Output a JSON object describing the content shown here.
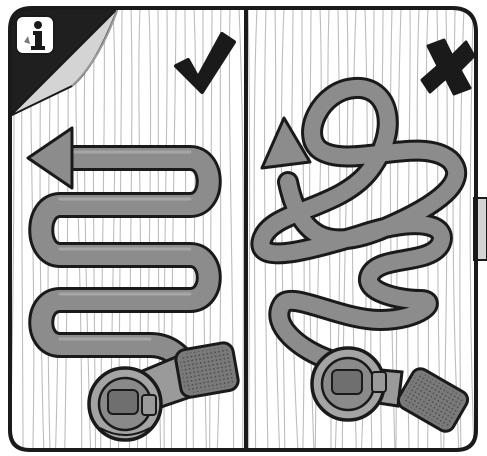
{
  "figure": {
    "panels": [
      {
        "id": "correct",
        "verdict_icon": "check-mark-icon",
        "hose_layout": "serpentine",
        "arrow_direction": "left"
      },
      {
        "id": "incorrect",
        "verdict_icon": "cross-mark-icon",
        "hose_layout": "tangled",
        "arrow_direction": "up"
      }
    ],
    "corner_badge_icon": "info-person-icon",
    "colors": {
      "outline": "#1a1a1a",
      "hose": "#8c8c8c",
      "hose_light": "#a8a8a8",
      "wood_grain": "#bdbdbd",
      "badge_bg": "#1f1f1f",
      "page_curl": "#d0d0d0",
      "device_body": "#9a9a9a",
      "handle": "#7a7a7a"
    }
  }
}
